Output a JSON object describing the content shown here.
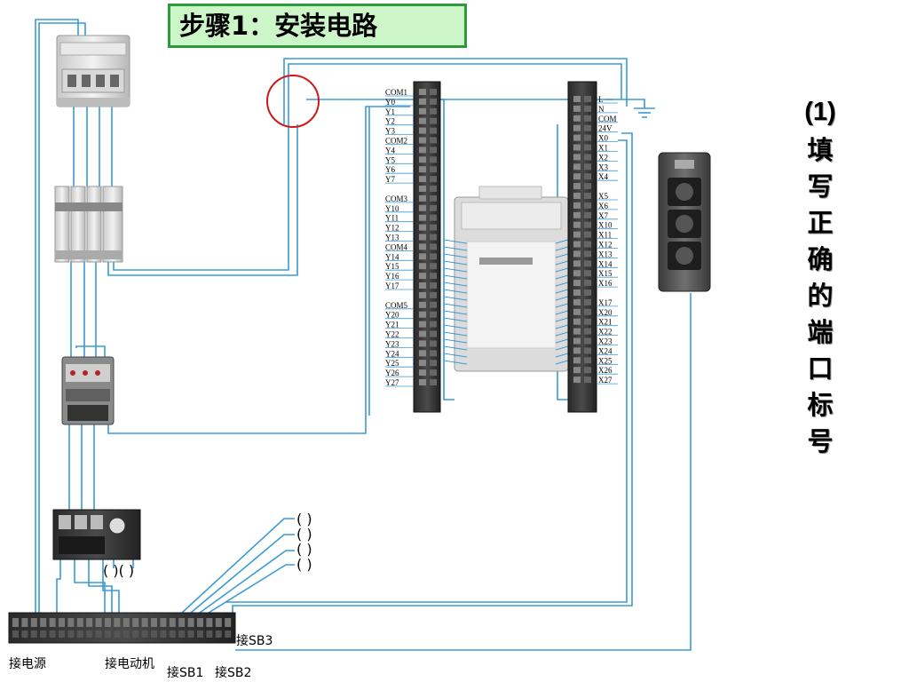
{
  "title": "步骤1：安装电路",
  "side_title": {
    "number": "(1)",
    "chars": [
      "填",
      "写",
      "正",
      "确",
      "的",
      "端",
      "口",
      "标",
      "号"
    ]
  },
  "plc_left_terminals": [
    "COM1",
    "Y0",
    "Y1",
    "Y2",
    "Y3",
    "COM2",
    "Y4",
    "Y5",
    "Y6",
    "Y7",
    "",
    "COM3",
    "Y10",
    "Y11",
    "Y12",
    "Y13",
    "COM4",
    "Y14",
    "Y15",
    "Y16",
    "Y17",
    "",
    "COM5",
    "Y20",
    "Y21",
    "Y22",
    "Y23",
    "Y24",
    "Y25",
    "Y26",
    "Y27"
  ],
  "plc_right_terminals": [
    "L",
    "N",
    "COM",
    "24V",
    "X0",
    "X1",
    "X2",
    "X3",
    "X4",
    "",
    "X5",
    "X6",
    "X7",
    "X10",
    "X11",
    "X12",
    "X13",
    "X14",
    "X15",
    "X16",
    "",
    "X17",
    "X20",
    "X21",
    "X22",
    "X23",
    "X24",
    "X25",
    "X26",
    "X27"
  ],
  "blank_parens": [
    "(     )",
    "(     )",
    "(     )",
    "(     )"
  ],
  "relay_parens": "(   )(   )",
  "bottom_labels": {
    "power": "接电源",
    "motor": "接电动机",
    "sb1": "接SB1",
    "sb2": "接SB2",
    "sb3": "接SB3"
  },
  "colors": {
    "wire": "#3a9ad6",
    "highlight": "#d01818",
    "title_bg": "#ccf5c8",
    "title_border": "#2e9a3c"
  }
}
